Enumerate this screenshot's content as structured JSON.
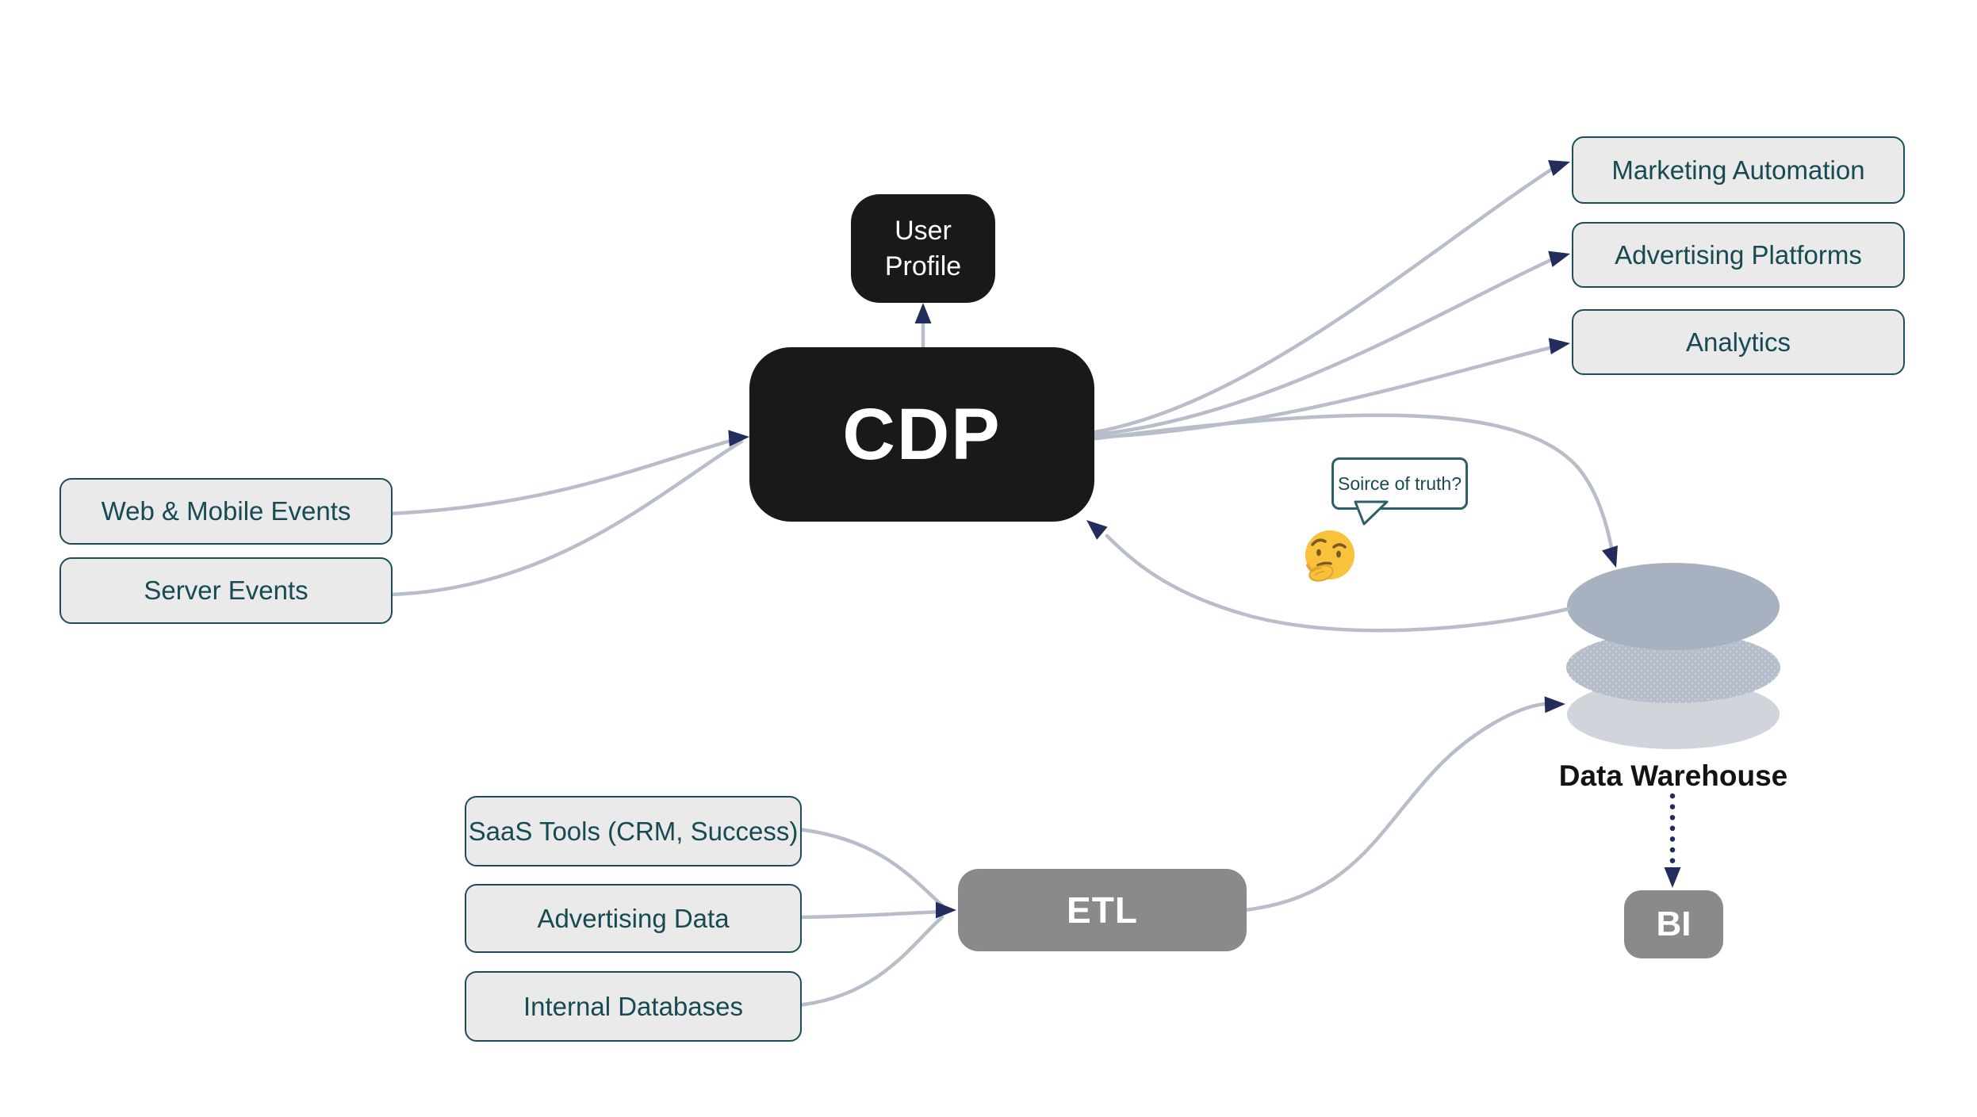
{
  "diagram": {
    "type": "flow-diagram",
    "background": "#ffffff"
  },
  "nodes": {
    "user_profile": {
      "label": "User Profile"
    },
    "cdp": {
      "label": "CDP"
    },
    "web_mobile_events": {
      "label": "Web & Mobile Events"
    },
    "server_events": {
      "label": "Server Events"
    },
    "marketing_automation": {
      "label": "Marketing Automation"
    },
    "advertising_platforms": {
      "label": "Advertising Platforms"
    },
    "analytics": {
      "label": "Analytics"
    },
    "saas_tools": {
      "label": "SaaS Tools (CRM, Success)"
    },
    "advertising_data": {
      "label": "Advertising Data"
    },
    "internal_databases": {
      "label": "Internal Databases"
    },
    "etl": {
      "label": "ETL"
    },
    "data_warehouse": {
      "label": "Data Warehouse"
    },
    "bi": {
      "label": "BI"
    }
  },
  "annotation": {
    "speech_bubble_text": "Soirce of truth?",
    "emoji": "thinking-face"
  },
  "edges": [
    {
      "from": "web_mobile_events",
      "to": "cdp",
      "style": "solid"
    },
    {
      "from": "server_events",
      "to": "cdp",
      "style": "solid"
    },
    {
      "from": "cdp",
      "to": "user_profile",
      "style": "solid"
    },
    {
      "from": "cdp",
      "to": "marketing_automation",
      "style": "solid"
    },
    {
      "from": "cdp",
      "to": "advertising_platforms",
      "style": "solid"
    },
    {
      "from": "cdp",
      "to": "analytics",
      "style": "solid"
    },
    {
      "from": "cdp",
      "to": "data_warehouse",
      "style": "solid"
    },
    {
      "from": "data_warehouse",
      "to": "cdp",
      "style": "solid"
    },
    {
      "from": "saas_tools",
      "to": "etl",
      "style": "solid"
    },
    {
      "from": "advertising_data",
      "to": "etl",
      "style": "solid"
    },
    {
      "from": "internal_databases",
      "to": "etl",
      "style": "solid"
    },
    {
      "from": "etl",
      "to": "data_warehouse",
      "style": "solid"
    },
    {
      "from": "data_warehouse",
      "to": "bi",
      "style": "dotted"
    }
  ],
  "colors": {
    "node_dark": "#191919",
    "node_gray_fill": "#e9eae9",
    "node_teal_border": "#1d4e57",
    "text_teal": "#174a52",
    "node_mid_gray": "#8a8a8a",
    "edge_line": "#b7bdc9",
    "arrowhead_navy": "#222d5e",
    "warehouse_top": "#a8b1c0",
    "warehouse_middle": "#b5beca",
    "warehouse_bottom": "#cfd5db"
  }
}
